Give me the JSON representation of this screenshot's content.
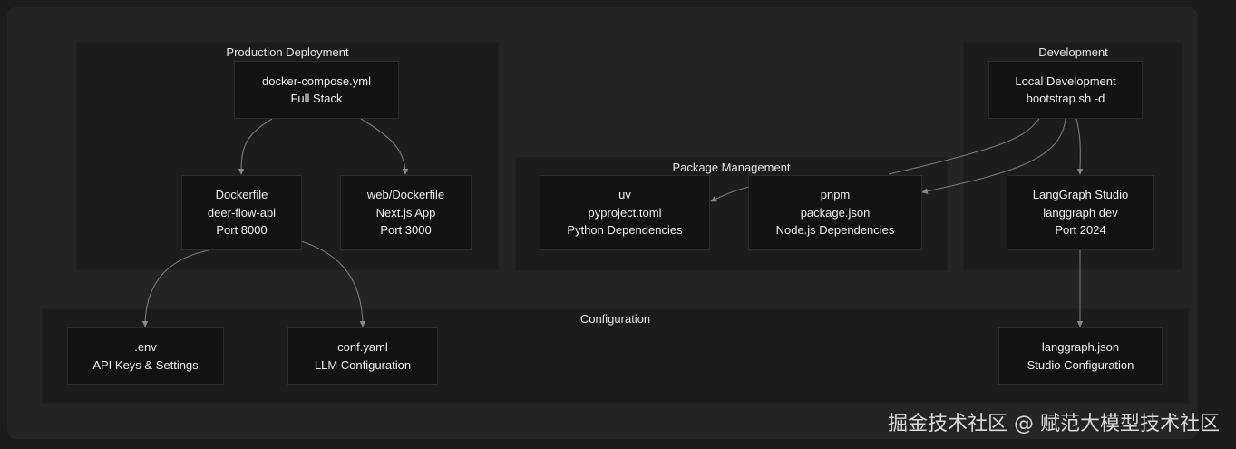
{
  "groups": {
    "production": {
      "title": "Production Deployment"
    },
    "package": {
      "title": "Package Management"
    },
    "development": {
      "title": "Development"
    },
    "configuration": {
      "title": "Configuration"
    }
  },
  "nodes": {
    "docker_compose": {
      "line1": "docker-compose.yml",
      "line2": "Full Stack"
    },
    "dockerfile": {
      "line1": "Dockerfile",
      "line2": "deer-flow-api",
      "line3": "Port 8000"
    },
    "web_dockerfile": {
      "line1": "web/Dockerfile",
      "line2": "Next.js App",
      "line3": "Port 3000"
    },
    "uv": {
      "line1": "uv",
      "line2": "pyproject.toml",
      "line3": "Python Dependencies"
    },
    "pnpm": {
      "line1": "pnpm",
      "line2": "package.json",
      "line3": "Node.js Dependencies"
    },
    "local_dev": {
      "line1": "Local Development",
      "line2": "bootstrap.sh -d"
    },
    "langgraph_studio": {
      "line1": "LangGraph Studio",
      "line2": "langgraph dev",
      "line3": "Port 2024"
    },
    "env": {
      "line1": ".env",
      "line2": "API Keys & Settings"
    },
    "conf_yaml": {
      "line1": "conf.yaml",
      "line2": "LLM Configuration"
    },
    "langgraph_json": {
      "line1": "langgraph.json",
      "line2": "Studio Configuration"
    }
  },
  "watermark": "掘金技术社区 @ 赋范大模型技术社区"
}
